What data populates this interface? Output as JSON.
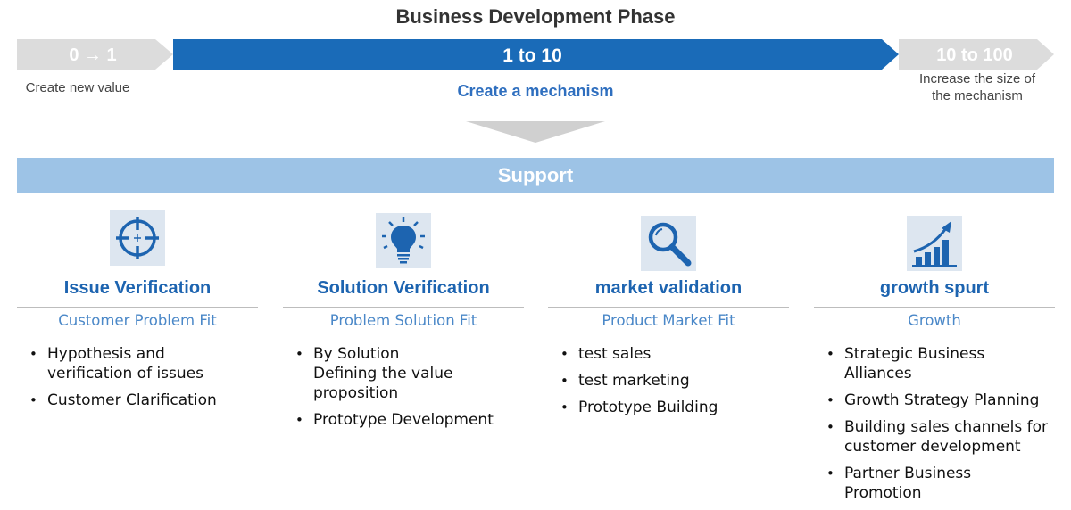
{
  "title": "Business Development Phase",
  "phases": [
    {
      "label": "0 → 1",
      "subtitle": "Create new value"
    },
    {
      "label": "1 to 10",
      "subtitle": "Create a mechanism"
    },
    {
      "label": "10 to 100",
      "subtitle": "Increase the size of\nthe mechanism"
    }
  ],
  "colors": {
    "active_phase": "#1a6bb8",
    "inactive_phase": "#dcdcdc",
    "support_bar": "#9dc3e6",
    "heading": "#1d64b0",
    "sub_heading": "#4b88c8"
  },
  "support": {
    "label": "Support"
  },
  "columns": [
    {
      "icon": "crosshair-icon",
      "title": "Issue Verification",
      "subtitle": "Customer Problem Fit",
      "bullets": [
        "Hypothesis and\nverification of issues",
        "Customer Clarification"
      ]
    },
    {
      "icon": "lightbulb-icon",
      "title": "Solution Verification",
      "subtitle": "Problem Solution Fit",
      "bullets": [
        "By Solution\n Defining the value\nproposition",
        "Prototype Development"
      ]
    },
    {
      "icon": "magnifier-icon",
      "title": "market validation",
      "subtitle": "Product Market Fit",
      "bullets": [
        "test sales",
        "test marketing",
        "Prototype Building"
      ]
    },
    {
      "icon": "growth-chart-icon",
      "title": "growth spurt",
      "subtitle": "Growth",
      "bullets": [
        "Strategic Business\nAlliances",
        "Growth Strategy Planning",
        "Building sales channels for\ncustomer development",
        "Partner Business\nPromotion"
      ]
    }
  ]
}
